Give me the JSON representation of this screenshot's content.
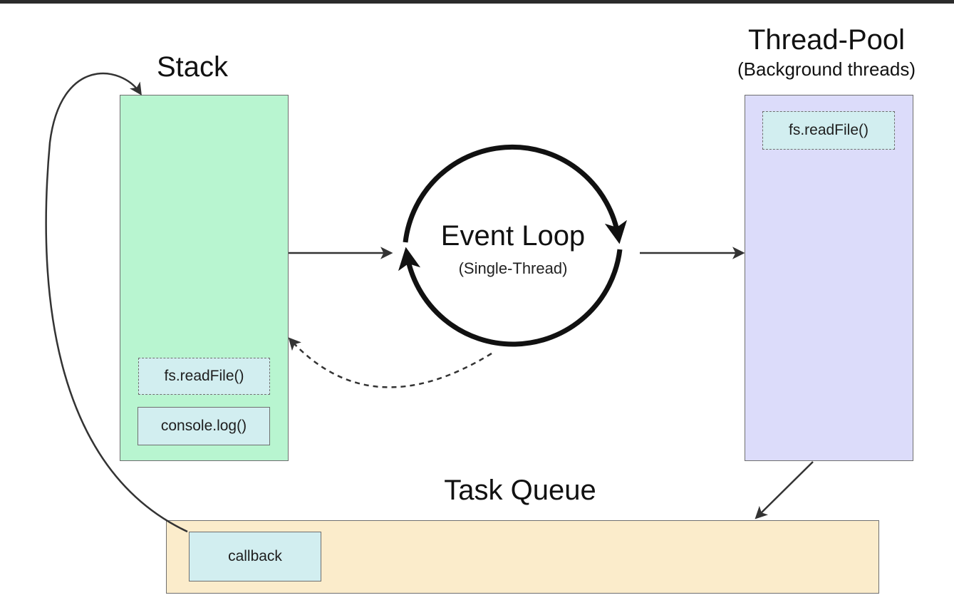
{
  "stack": {
    "title": "Stack",
    "items": [
      "fs.readFile()",
      "console.log()"
    ]
  },
  "thread_pool": {
    "title": "Thread-Pool",
    "subtitle": "(Background threads)",
    "items": [
      "fs.readFile()"
    ]
  },
  "event_loop": {
    "title": "Event Loop",
    "subtitle": "(Single-Thread)"
  },
  "task_queue": {
    "title": "Task Queue",
    "items": [
      "callback"
    ]
  },
  "colors": {
    "stack_fill": "#b8f5d0",
    "pool_fill": "#dcdcfa",
    "queue_fill": "#fbeccb",
    "item_fill": "#d2eef0",
    "arrow": "#333333"
  }
}
